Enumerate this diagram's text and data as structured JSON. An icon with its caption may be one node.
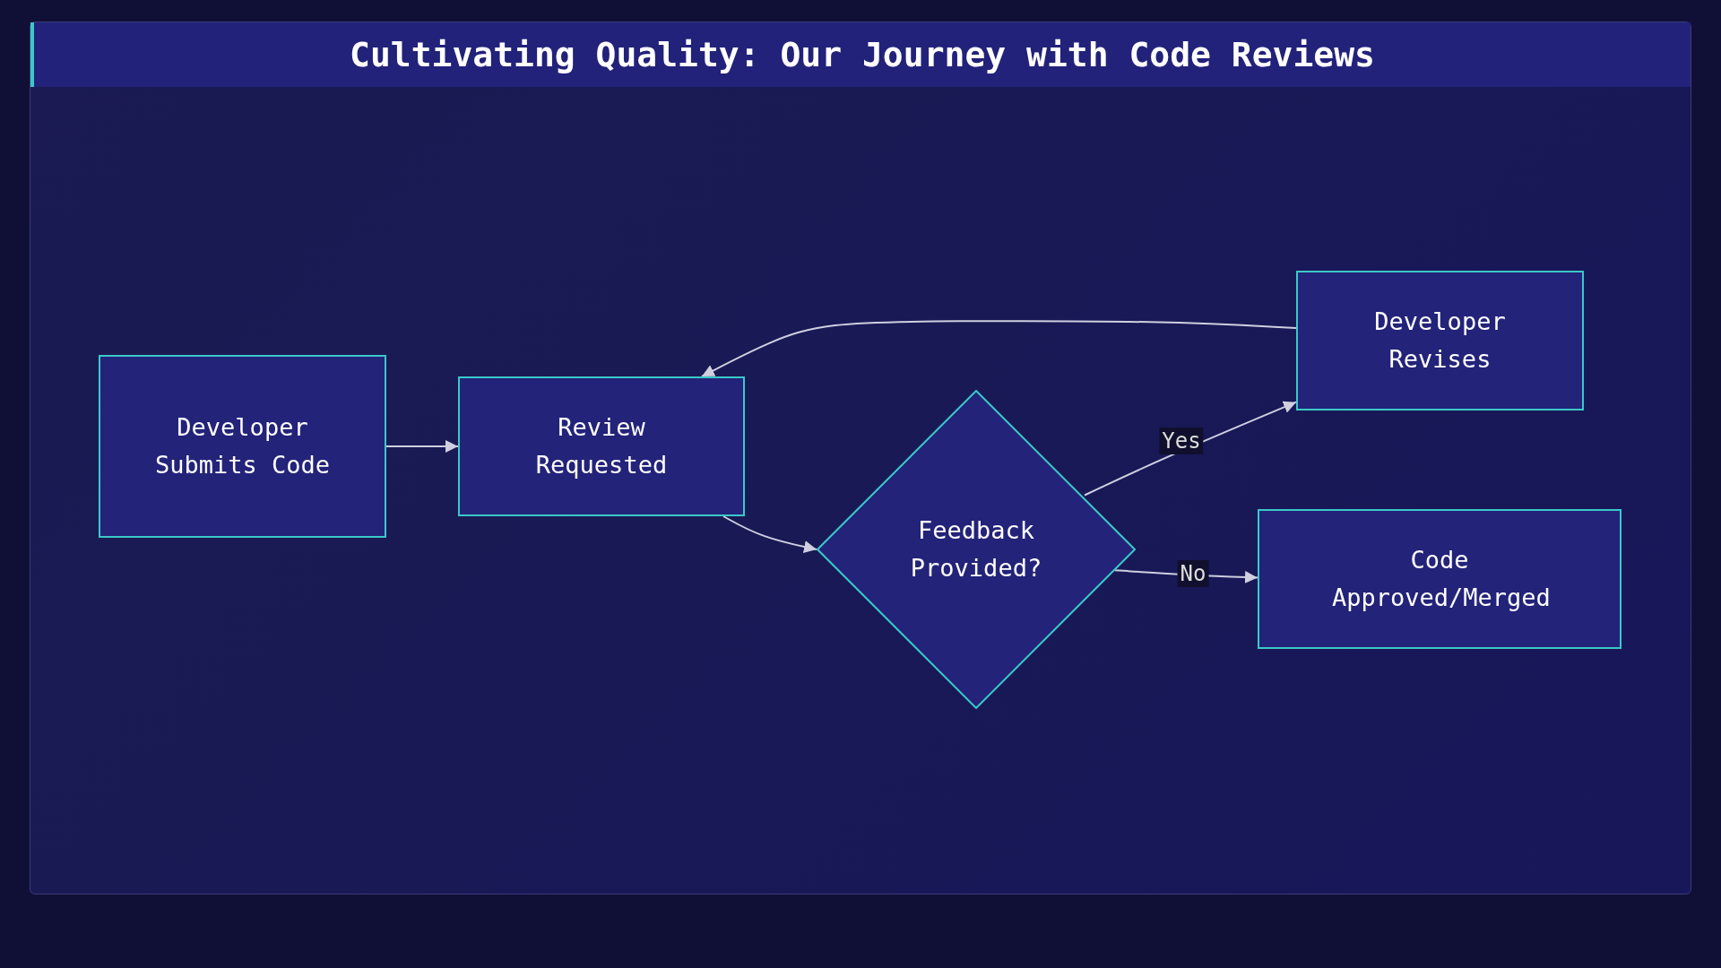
{
  "diagram": {
    "title": "Cultivating Quality: Our Journey with Code Reviews",
    "nodes": [
      {
        "text": [
          "Developer Submits Code"
        ]
      },
      {
        "text": [
          "Review Requested"
        ]
      },
      {
        "text": [
          "Feedback Provided?"
        ]
      },
      {
        "text": [
          "Developer Revises"
        ]
      },
      {
        "text": [
          "Code Approved/Merged"
        ]
      }
    ],
    "edges": [
      {
        "from": 0,
        "to": 1,
        "arrow": "to"
      },
      {
        "from": 1,
        "to": 2,
        "arrow": "to"
      },
      {
        "from": 2,
        "to": 3,
        "arrow": "to",
        "label": "Yes"
      },
      {
        "from": 2,
        "to": 4,
        "arrow": "to",
        "label": "No"
      },
      {
        "from": 3,
        "to": 1,
        "arrow": "to"
      }
    ]
  }
}
